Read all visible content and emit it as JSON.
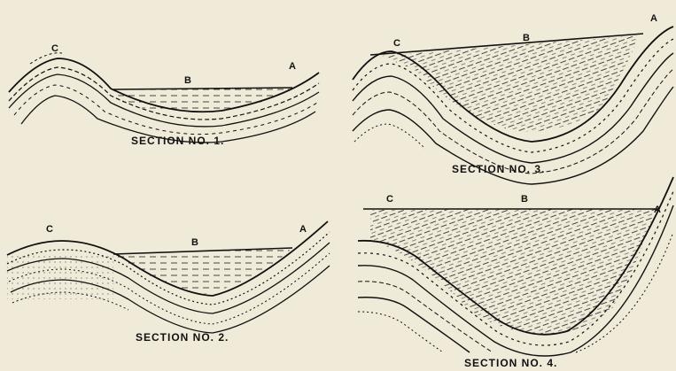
{
  "sections": [
    {
      "caption": "SECTION NO. 1.",
      "labels": {
        "a": "A",
        "b": "B",
        "c": "C"
      }
    },
    {
      "caption": "SECTION NO. 2.",
      "labels": {
        "a": "A",
        "b": "B",
        "c": "C"
      }
    },
    {
      "caption": "SECTION NO. 3.",
      "labels": {
        "a": "A",
        "b": "B",
        "c": "C"
      }
    },
    {
      "caption": "SECTION NO. 4.",
      "labels": {
        "a": "A",
        "b": "B",
        "c": "C"
      }
    }
  ],
  "colors": {
    "ink": "#111111",
    "paper": "#f0ead8"
  }
}
